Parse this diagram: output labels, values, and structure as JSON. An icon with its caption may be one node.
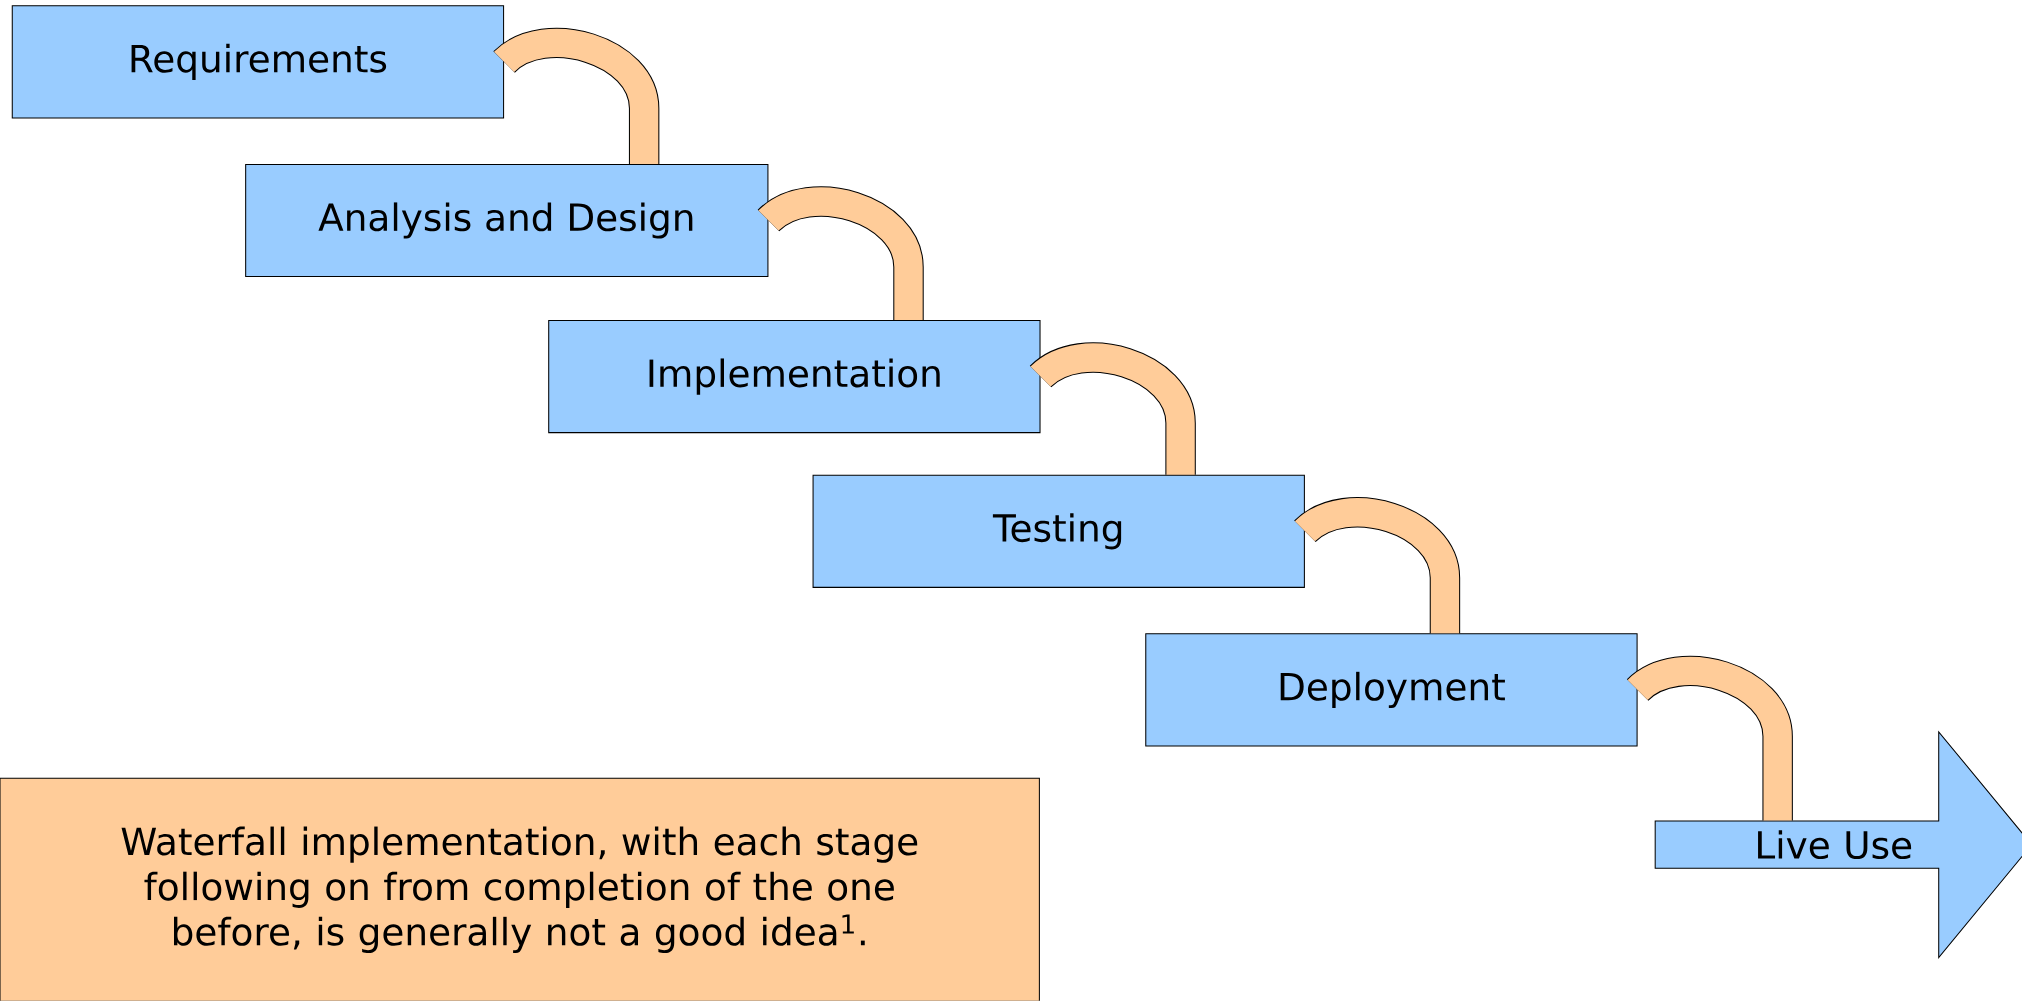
{
  "diagram": {
    "nodes": [
      {
        "text": [
          "Requirements"
        ]
      },
      {
        "text": [
          "Analysis and Design"
        ]
      },
      {
        "text": [
          "Implementation"
        ]
      },
      {
        "text": [
          "Testing"
        ]
      },
      {
        "text": [
          "Deployment"
        ]
      },
      {
        "text": [
          "Live Use"
        ]
      },
      {
        "text": [
          "Waterfall implementation, with each stage following on from completion of the one before, is generally not a good idea$^{1}$."
        ]
      }
    ],
    "edges": [
      {
        "from": 0,
        "to": 1,
        "arrow": "none"
      },
      {
        "from": 1,
        "to": 2,
        "arrow": "none"
      },
      {
        "from": 2,
        "to": 3,
        "arrow": "none"
      },
      {
        "from": 3,
        "to": 4,
        "arrow": "none"
      },
      {
        "from": 4,
        "to": 5,
        "arrow": "none"
      }
    ]
  }
}
